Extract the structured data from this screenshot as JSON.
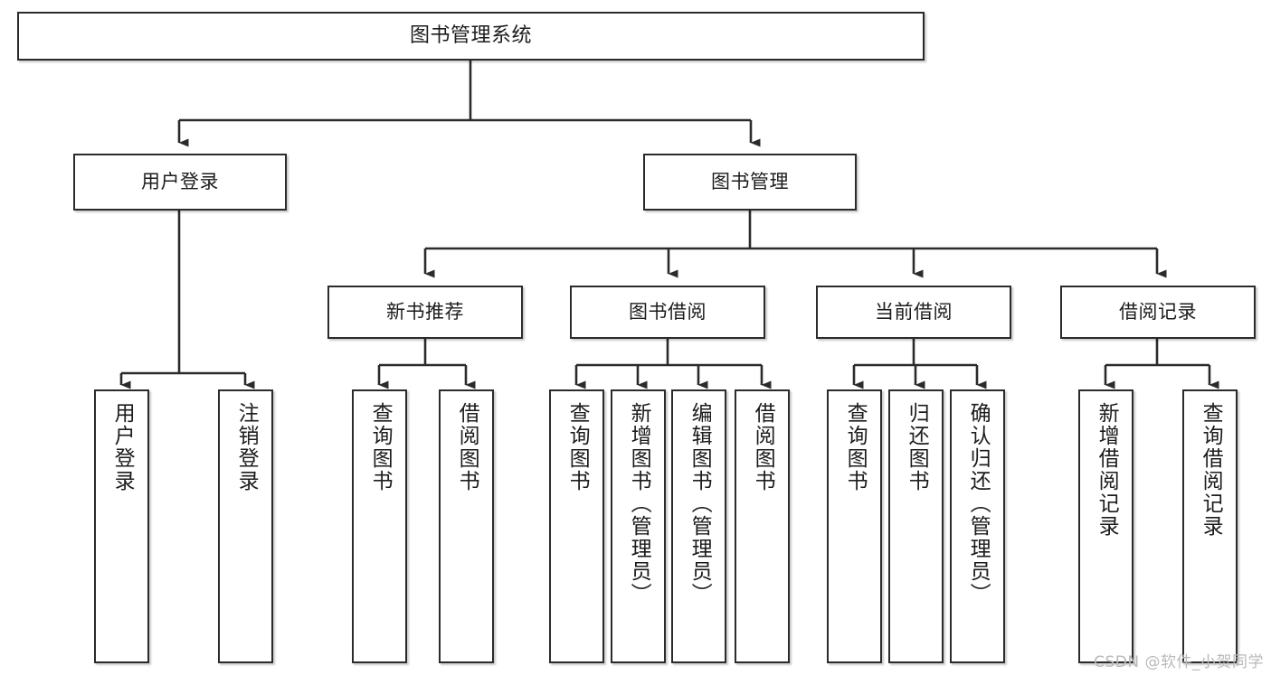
{
  "diagram": {
    "type": "tree-hierarchy-diagram",
    "title": "图书管理系统",
    "watermark": "CSDN @软件_小贺同学",
    "colors": {
      "box_border": "#2b2b2b",
      "box_fill": "#ffffff",
      "connector": "#2b2b2b",
      "text": "#1c1c1c",
      "watermark": "#b9b9b9"
    },
    "nodes": {
      "root": {
        "label": "图书管理系统"
      },
      "level2": [
        {
          "label": "用户登录"
        },
        {
          "label": "图书管理"
        }
      ],
      "level3": [
        {
          "label": "新书推荐"
        },
        {
          "label": "图书借阅"
        },
        {
          "label": "当前借阅"
        },
        {
          "label": "借阅记录"
        }
      ],
      "leaves": {
        "user_login": [
          {
            "label": "用户登录"
          },
          {
            "label": "注销登录"
          }
        ],
        "new_book_recommend": [
          {
            "label": "查询图书"
          },
          {
            "label": "借阅图书"
          }
        ],
        "book_borrow": [
          {
            "label": "查询图书"
          },
          {
            "label": "新增图书（管理员）"
          },
          {
            "label": "编辑图书（管理员）"
          },
          {
            "label": "借阅图书"
          }
        ],
        "current_borrow": [
          {
            "label": "查询图书"
          },
          {
            "label": "归还图书"
          },
          {
            "label": "确认归还（管理员）"
          }
        ],
        "borrow_record": [
          {
            "label": "新增借阅记录"
          },
          {
            "label": "查询借阅记录"
          }
        ]
      }
    }
  }
}
